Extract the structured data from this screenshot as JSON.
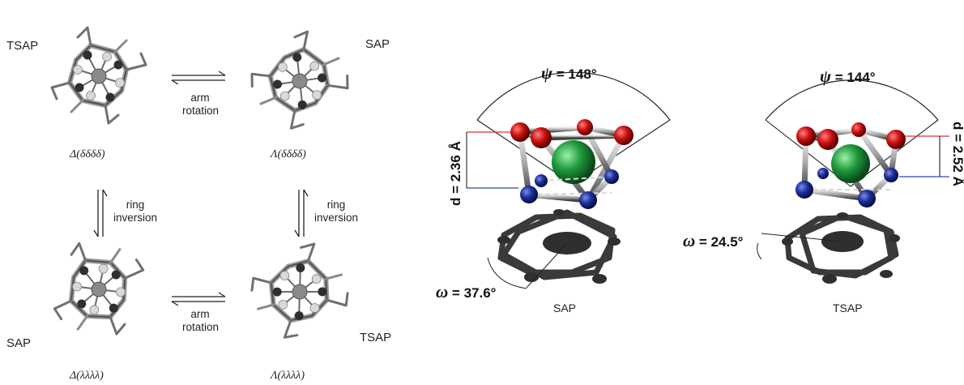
{
  "left_panel": {
    "isomers": [
      {
        "geometry": "TSAP",
        "configuration": "Δ(δδδδ)"
      },
      {
        "geometry": "SAP",
        "configuration": "Λ(δδδδ)"
      },
      {
        "geometry": "SAP",
        "configuration": "Δ(λλλλ)"
      },
      {
        "geometry": "TSAP",
        "configuration": "Λ(λλλλ)"
      }
    ],
    "processes": {
      "arm_top": [
        "arm",
        "rotation"
      ],
      "arm_bottom": [
        "arm",
        "rotation"
      ],
      "ring_left": [
        "ring",
        "inversion"
      ],
      "ring_right": [
        "ring",
        "inversion"
      ]
    }
  },
  "right_panel": {
    "sap": {
      "psi_symbol": "ψ",
      "psi": "= 148°",
      "d": "d = 2.36 Å",
      "omega_symbol": "ω",
      "omega": "= 37.6°",
      "caption": "SAP"
    },
    "tsap": {
      "psi_symbol": "ψ",
      "psi": "= 144°",
      "d": "d = 2.52 Å",
      "omega_symbol": "ω",
      "omega": "= 24.5°",
      "caption": "TSAP"
    }
  },
  "colors": {
    "oxygen": "#cc1111",
    "nitrogen": "#1c2f9e",
    "metal": "#1f9a3c",
    "donor_dark": "#2f2f2f",
    "donor_light": "#d9d9d9",
    "ligand": "#3a3a3a"
  }
}
